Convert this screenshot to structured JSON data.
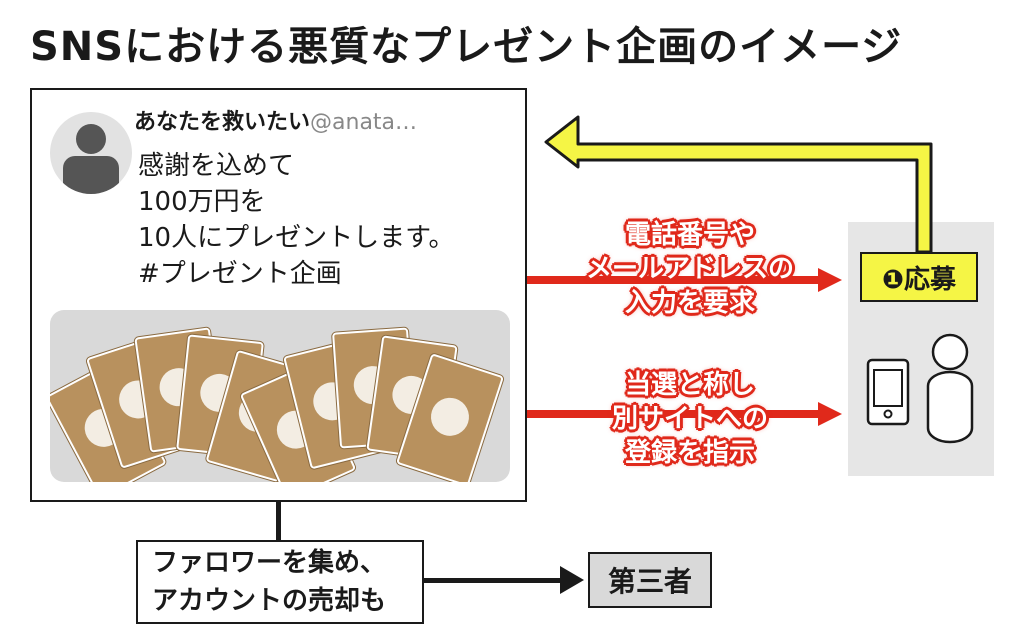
{
  "title": "SNSにおける悪質なプレゼント企画のイメージ",
  "tweet": {
    "account_name": "あなたを救いたい",
    "handle": "@anata…",
    "lines": [
      "感謝を込めて",
      "100万円を",
      "10人にプレゼントします。",
      "#プレゼント企画"
    ]
  },
  "apply_label": "❶応募",
  "red_arrow_1": {
    "lines": [
      "電話番号や",
      "メールアドレスの",
      "入力を要求"
    ]
  },
  "red_arrow_2": {
    "lines": [
      "当選と称し",
      "別サイトへの",
      "登録を指示"
    ]
  },
  "followers_box": {
    "lines": [
      "ファロワーを集め、",
      "アカウントの売却も"
    ]
  },
  "third_party_label": "第三者",
  "colors": {
    "red_arrow": "#e0291b",
    "yellow_arrow": "#f5f545",
    "panel_gray": "#e6e6e6",
    "image_gray": "#d9d9d9",
    "bill": "#b8915e"
  },
  "icons": [
    "user-avatar-icon",
    "banknotes-image",
    "smartphone-icon",
    "person-icon"
  ]
}
